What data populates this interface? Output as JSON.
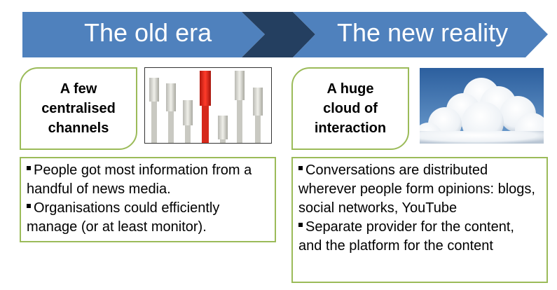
{
  "banner": {
    "left_title": "The old era",
    "right_title": "The new reality",
    "colors": {
      "arrow": "#4f81bd",
      "dark_chevron": "#243f60"
    }
  },
  "left": {
    "label_lines": [
      "A few",
      "centralised",
      "channels"
    ],
    "image_icon": "network-cables-image",
    "bullets": [
      "People got most information from a handful of news media.",
      "Organisations could efficiently manage (or at least monitor)."
    ]
  },
  "right": {
    "label_lines": [
      "A huge",
      "cloud of",
      "interaction"
    ],
    "image_icon": "cloud-sky-image",
    "bullets": [
      "Conversations are distributed wherever people form opinions: blogs, social networks, YouTube",
      "Separate provider for the content, and the platform for the content"
    ]
  },
  "colors": {
    "border_green": "#9bbb59",
    "accent_red": "#e8281c"
  }
}
